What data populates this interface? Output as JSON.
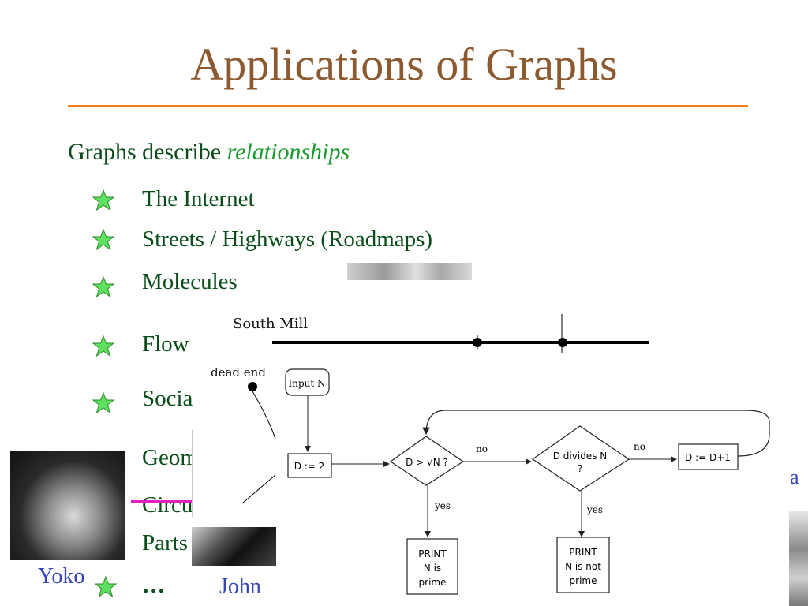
{
  "slide": {
    "title": "Applications of Graphs",
    "intro_prefix": "Graphs describe ",
    "intro_emphasis": "relationships"
  },
  "bullets": [
    {
      "label": "The Internet"
    },
    {
      "label": "Streets / Highways (Roadmaps)"
    },
    {
      "label": "Molecules"
    },
    {
      "label": "Flow Charts"
    },
    {
      "label": "Social Networks"
    },
    {
      "label": "Geometric Surfaces"
    },
    {
      "label": "Circuits"
    },
    {
      "label": "Parts in a Machine"
    },
    {
      "label": "…"
    }
  ],
  "roadmap": {
    "street_label": "South Mill",
    "dead_end_label": "dead end"
  },
  "flowchart": {
    "input": "Input N",
    "init": "D := 2",
    "test_sqrt": "D > √N ?",
    "test_divides_line1": "D divides N",
    "test_divides_line2": "?",
    "increment": "D := D+1",
    "no_label_1": "no",
    "no_label_2": "no",
    "yes_label_1": "yes",
    "yes_label_2": "yes",
    "print_prime_1": "PRINT",
    "print_prime_2": "N is",
    "print_prime_3": "prime",
    "print_not_1": "PRINT",
    "print_not_2": "N is not",
    "print_not_3": "prime"
  },
  "captions": {
    "yoko": "Yoko",
    "john": "John",
    "edge_fragment": "a"
  },
  "colors": {
    "title": "#8c5a2e",
    "rule": "#f07f1e",
    "text": "#0b4d1a",
    "emphasis": "#1b9c2f",
    "star": "#5fe05f",
    "caption": "#3344bb",
    "link_line": "#e020c0"
  }
}
